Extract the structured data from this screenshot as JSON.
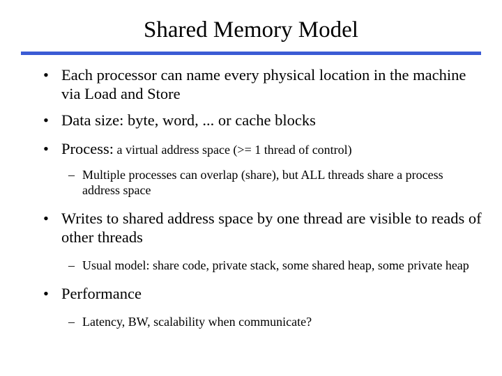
{
  "slide": {
    "title": "Shared Memory Model",
    "rule_color": "#3b5bd4",
    "background_color": "#ffffff",
    "text_color": "#000000",
    "bullet_glyph": "•",
    "subbullet_glyph": "–",
    "content": [
      {
        "level": 1,
        "text": "Each processor can name every physical location in the machine via Load and Store"
      },
      {
        "level": 1,
        "text": "Data size: byte, word, ... or cache blocks"
      },
      {
        "level": 1,
        "lead": "Process:",
        "tail": " a virtual address space (>= 1 thread of control)"
      },
      {
        "level": 2,
        "text": "Multiple processes can overlap (share), but ALL threads share a process address space"
      },
      {
        "level": 1,
        "text": "Writes to shared address space by one thread are visible to reads of other threads"
      },
      {
        "level": 2,
        "text": "Usual model: share code, private stack, some shared heap, some private heap"
      },
      {
        "level": 1,
        "text": "Performance"
      },
      {
        "level": 2,
        "text": "Latency, BW, scalability when communicate?"
      }
    ]
  }
}
